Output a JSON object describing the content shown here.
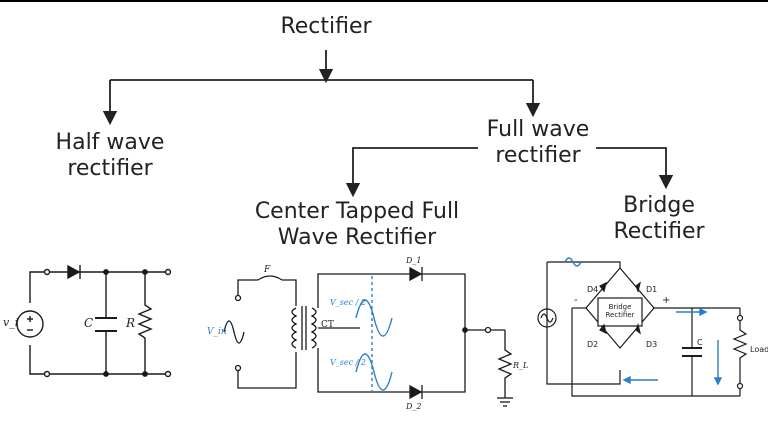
{
  "title": "Rectifier",
  "half_wave": {
    "line1": "Half wave",
    "line2": "rectifier"
  },
  "full_wave": {
    "line1": "Full wave",
    "line2": "rectifier"
  },
  "center_tapped": {
    "line1": "Center Tapped Full",
    "line2": "Wave Rectifier"
  },
  "bridge": {
    "line1": "Bridge",
    "line2": "Rectifier"
  },
  "half_circuit": {
    "vi": "v_i",
    "c": "C",
    "r": "R"
  },
  "ct_circuit": {
    "f": "F",
    "vin": "V_in",
    "ct": "CT",
    "d1": "D_1",
    "d2": "D_2",
    "vsec_half_top": "V_sec / 2",
    "vsec_half_bottom": "V_sec / 2",
    "rl": "R_L"
  },
  "bridge_circuit": {
    "d1": "D1",
    "d2": "D2",
    "d3": "D3",
    "d4": "D4",
    "box_line1": "Bridge",
    "box_line2": "Rectifier",
    "plus": "+",
    "minus": "-",
    "c": "C",
    "load": "Load"
  },
  "colors": {
    "ink": "#1a1a1a",
    "accent_blue": "#2a7fc9",
    "connector": "#333333"
  }
}
